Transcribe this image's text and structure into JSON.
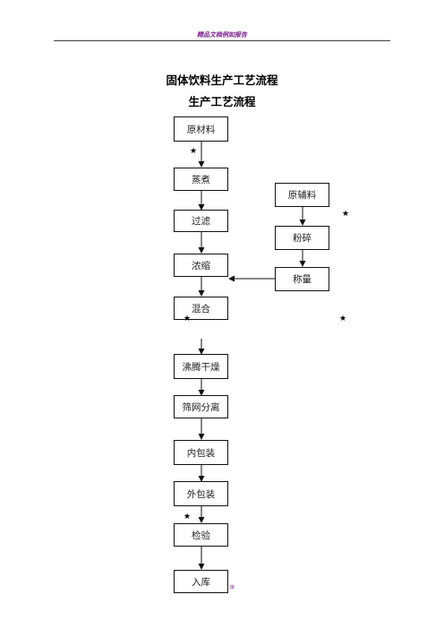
{
  "header": {
    "text": "精品文档例如报告"
  },
  "document": {
    "title": "固体饮料生产工艺流程",
    "subtitle": "生产工艺流程"
  },
  "flow": {
    "main_steps": [
      "原材料",
      "蒸煮",
      "过滤",
      "浓缩",
      "混合",
      "沸腾干燥",
      "筛网分离",
      "内包装",
      "外包装",
      "检验",
      "入库"
    ],
    "side_steps": [
      "原辅料",
      "粉碎",
      "称量"
    ],
    "star_symbol": "★"
  },
  "footer": {
    "mark": "库"
  }
}
